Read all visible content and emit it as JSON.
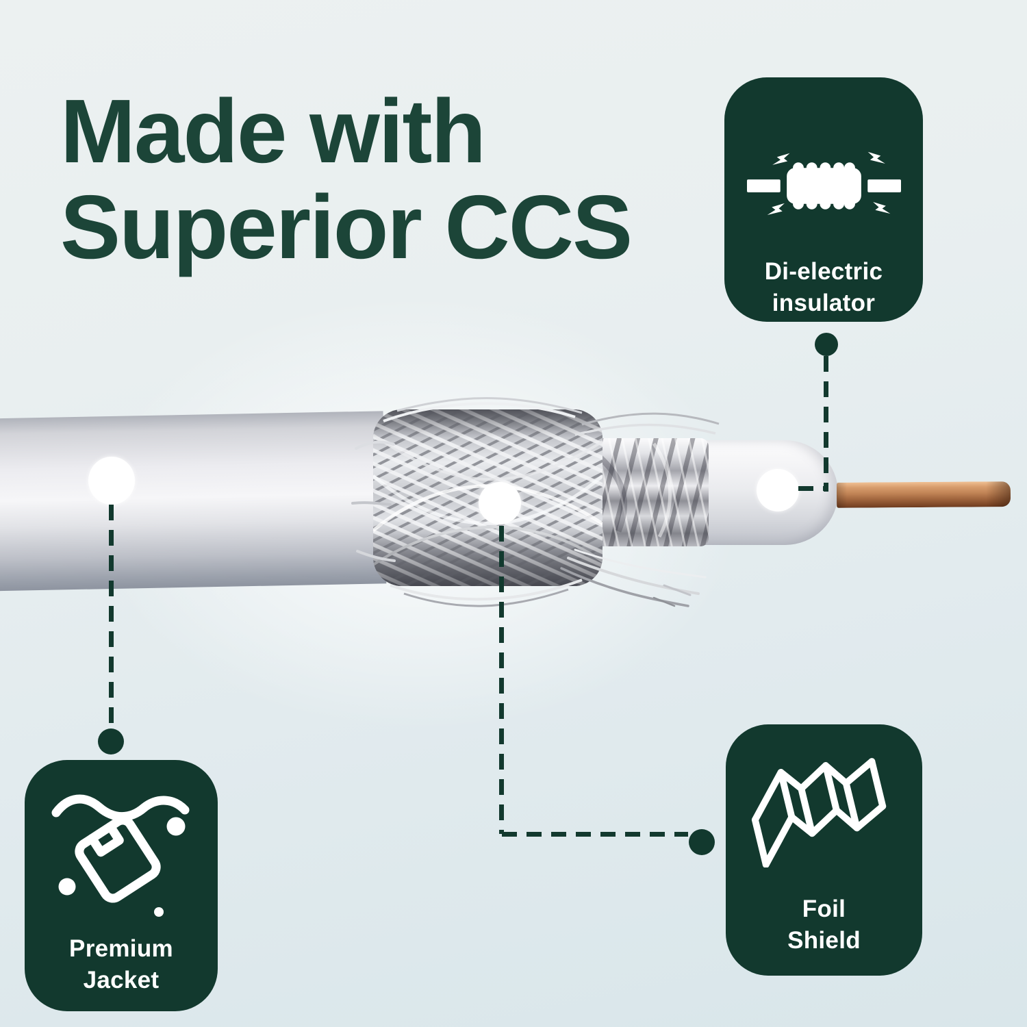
{
  "title": {
    "line1": "Made with",
    "line2": "Superior CCS"
  },
  "callouts": {
    "dielectric": {
      "line1": "Di-electric",
      "line2": "insulator",
      "icon": "dielectric-insulator-icon"
    },
    "premium_jacket": {
      "line1": "Premium",
      "line2": "Jacket",
      "icon": "laundry-jacket-icon"
    },
    "foil_shield": {
      "line1": "Foil",
      "line2": "Shield",
      "icon": "corrugated-foil-icon"
    }
  },
  "colors": {
    "badge_background": "#12392e",
    "title_text": "#1c4538",
    "connector_dash": "#12392e",
    "marker_dot": "#ffffff",
    "background_top": "#ecf1f1",
    "background_bottom": "#d9e6ea",
    "copper_conductor": "#b3794e",
    "silver_shield": "#c9cacf",
    "cable_jacket": "#ededf0"
  }
}
